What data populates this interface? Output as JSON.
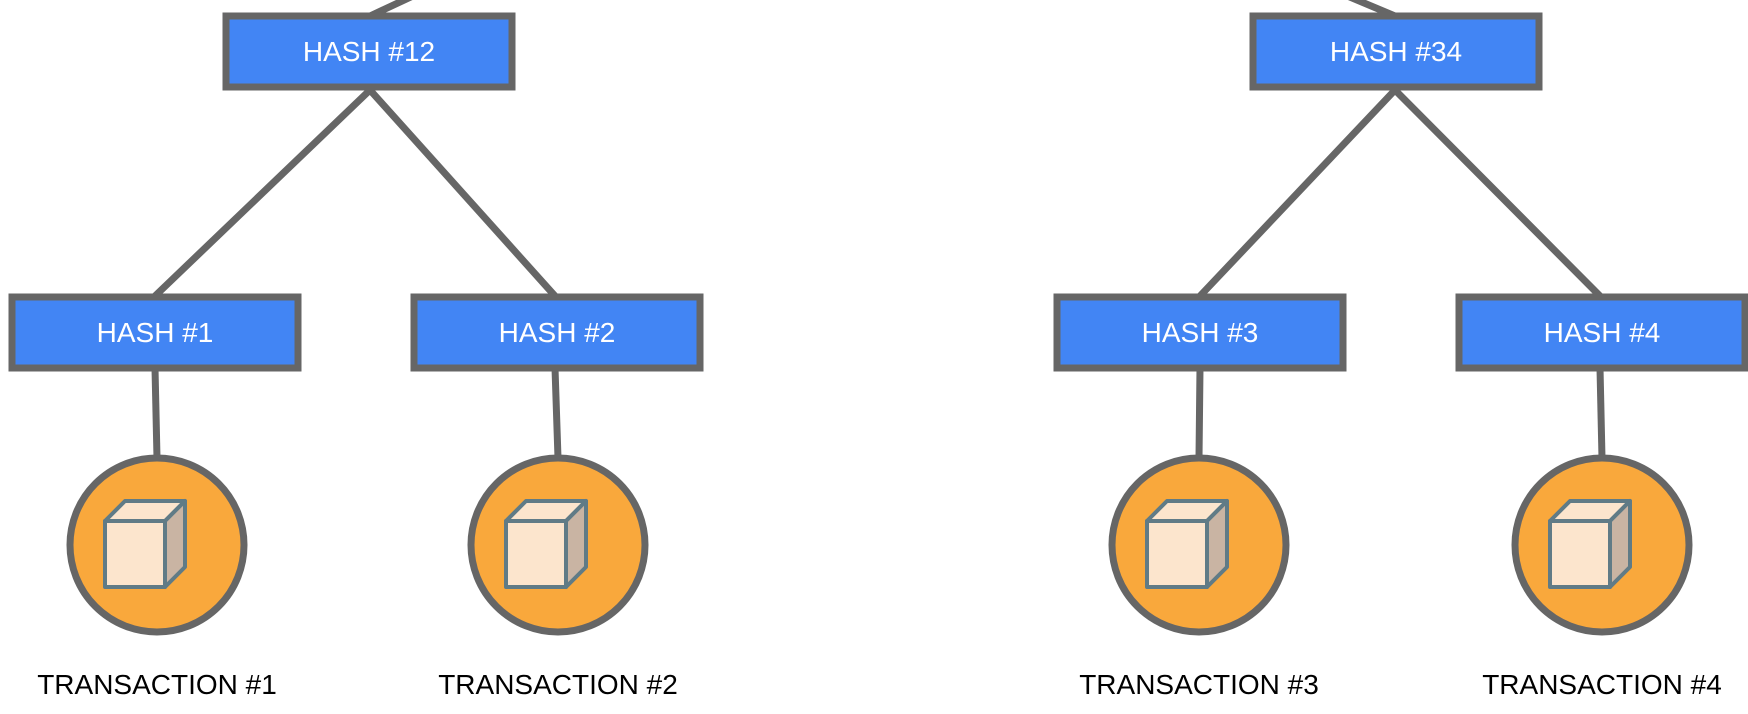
{
  "diagram": {
    "parents": [
      {
        "label": "HASH #12"
      },
      {
        "label": "HASH #34"
      }
    ],
    "leaves": [
      {
        "hash_label": "HASH #1",
        "transaction_label": "TRANSACTION #1"
      },
      {
        "hash_label": "HASH #2",
        "transaction_label": "TRANSACTION #2"
      },
      {
        "hash_label": "HASH #3",
        "transaction_label": "TRANSACTION #3"
      },
      {
        "hash_label": "HASH #4",
        "transaction_label": "TRANSACTION #4"
      }
    ]
  },
  "colors": {
    "hash_box_fill": "#4285f4",
    "stroke": "#666666",
    "transaction_circle_fill": "#f9a83c",
    "cube_face_front": "#fce5cd",
    "cube_face_side": "#c9b4a3",
    "cube_stroke": "#607b86"
  },
  "icons": {
    "transaction": "box-cube-icon"
  }
}
